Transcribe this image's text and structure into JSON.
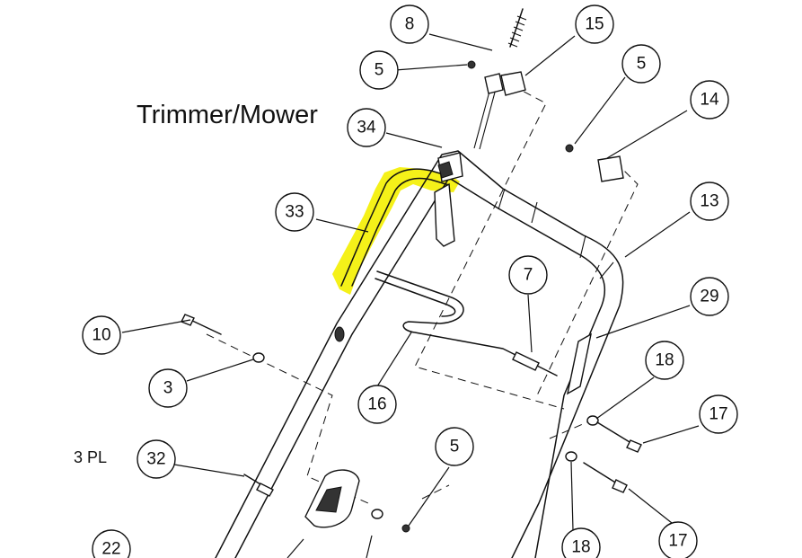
{
  "diagram": {
    "title": "Trimmer/Mower",
    "note": "3 PL",
    "callouts": [
      {
        "id": "c8",
        "label": "8"
      },
      {
        "id": "c15",
        "label": "15"
      },
      {
        "id": "c5a",
        "label": "5"
      },
      {
        "id": "c5b",
        "label": "5"
      },
      {
        "id": "c14",
        "label": "14"
      },
      {
        "id": "c34",
        "label": "34"
      },
      {
        "id": "c33",
        "label": "33"
      },
      {
        "id": "c13",
        "label": "13"
      },
      {
        "id": "c7",
        "label": "7"
      },
      {
        "id": "c29",
        "label": "29"
      },
      {
        "id": "c10",
        "label": "10"
      },
      {
        "id": "c18a",
        "label": "18"
      },
      {
        "id": "c3",
        "label": "3"
      },
      {
        "id": "c16",
        "label": "16"
      },
      {
        "id": "c17a",
        "label": "17"
      },
      {
        "id": "c32",
        "label": "32"
      },
      {
        "id": "c5c",
        "label": "5"
      },
      {
        "id": "c22",
        "label": "22"
      },
      {
        "id": "c18b",
        "label": "18"
      },
      {
        "id": "c17b",
        "label": "17"
      }
    ],
    "highlight_color": "#f4f000",
    "line_color": "#111111"
  }
}
